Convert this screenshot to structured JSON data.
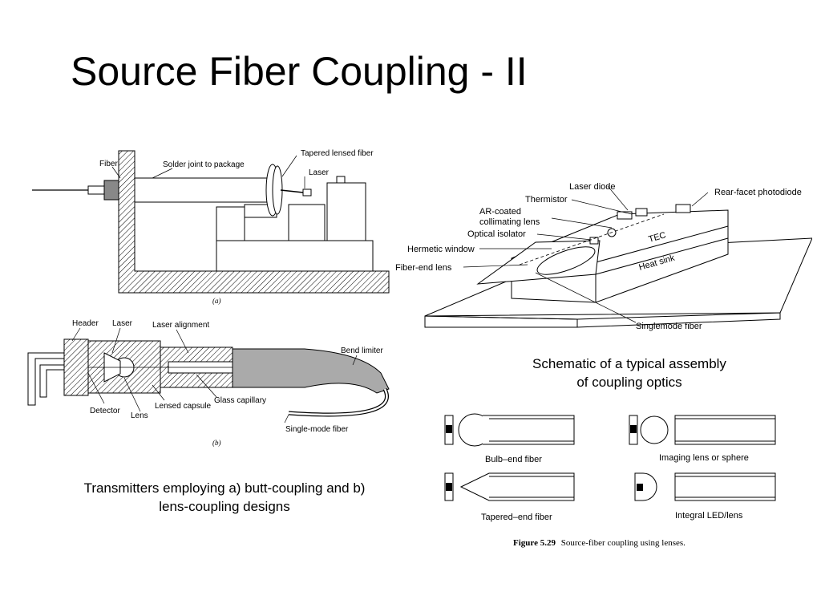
{
  "slide": {
    "title": "Source Fiber Coupling - II"
  },
  "figure_a": {
    "labels": {
      "fiber": "Fiber",
      "solder": "Solder joint to package",
      "tapered": "Tapered lensed fiber",
      "laser": "Laser",
      "tag": "(a)"
    }
  },
  "figure_b": {
    "labels": {
      "header": "Header",
      "laser": "Laser",
      "alignment": "Laser alignment",
      "bend": "Bend limiter",
      "detector": "Detector",
      "lens": "Lens",
      "capsule": "Lensed capsule",
      "capillary": "Glass capillary",
      "smfiber": "Single-mode fiber",
      "tag": "(b)"
    }
  },
  "assembly": {
    "labels": {
      "laser_diode": "Laser diode",
      "thermistor": "Thermistor",
      "ar_coated_1": "AR-coated",
      "ar_coated_2": "collimating lens",
      "isolator": "Optical isolator",
      "hermetic": "Hermetic window",
      "fiber_lens": "Fiber-end lens",
      "rear_pd": "Rear-facet photodiode",
      "tec": "TEC",
      "heatsink": "Heat sink",
      "smfiber": "Singlemode fiber"
    },
    "caption_line1": "Schematic of a typical assembly",
    "caption_line2": "of coupling optics"
  },
  "left_caption": {
    "line1": "Transmitters employing a) butt-coupling and b)",
    "line2": "lens-coupling designs"
  },
  "coupling_figure": {
    "labels": {
      "bulb": "Bulb–end fiber",
      "imaging": "Imaging lens or sphere",
      "tapered": "Tapered–end fiber",
      "integral": "Integral LED/lens"
    },
    "caption_prefix": "Figure 5.29",
    "caption_text": "Source-fiber coupling using lenses."
  }
}
